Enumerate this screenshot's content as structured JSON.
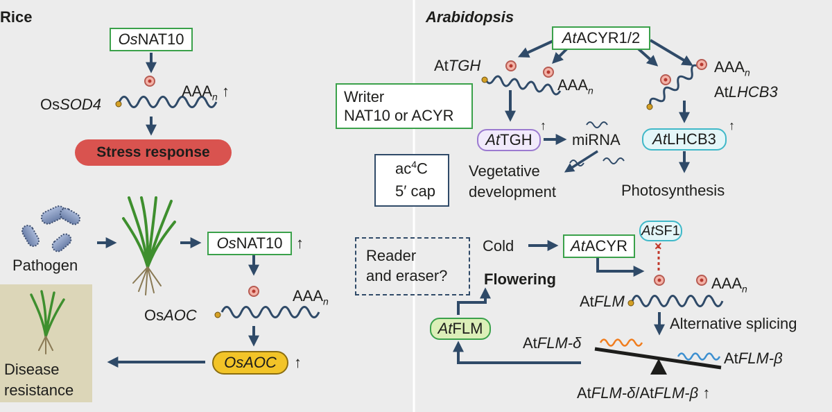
{
  "rice": {
    "title": "Rice",
    "top": {
      "enzyme_prefix": "Os",
      "enzyme_name": "NAT10",
      "transcript_prefix": "Os",
      "transcript_gene": "SOD4",
      "polya": "AAA",
      "polya_sub": "n",
      "up_arrow": "↑",
      "outcome": "Stress response"
    },
    "bottom": {
      "pathogen_label": "Pathogen",
      "enzyme_prefix": "Os",
      "enzyme_name": "NAT10",
      "enzyme_up": "↑",
      "transcript_prefix": "Os",
      "transcript_gene": "AOC",
      "polya": "AAA",
      "polya_sub": "n",
      "protein_label": "OsAOC",
      "protein_up": "↑",
      "outcome_line1": "Disease",
      "outcome_line2": "resistance"
    }
  },
  "arabidopsis": {
    "title": "Arabidopsis",
    "enzyme_prefix": "At",
    "enzyme_name": "ACYR1/2",
    "tgh_prefix": "At",
    "tgh_gene": "TGH",
    "tgh_polya": "AAA",
    "tgh_polya_sub": "n",
    "tgh_protein_prefix": "At",
    "tgh_protein_name": "TGH",
    "tgh_up": "↑",
    "mirna": "miRNA",
    "veg_line1": "Vegetative",
    "veg_line2": "development",
    "lhcb_polya": "AAA",
    "lhcb_polya_sub": "n",
    "lhcb_prefix": "At",
    "lhcb_gene": "LHCB3",
    "lhcb_protein_prefix": "At",
    "lhcb_protein_name": "LHCB3",
    "lhcb_up": "↑",
    "photosynthesis": "Photosynthesis",
    "writer_line1": "Writer",
    "writer_line2": "NAT10 or ACYR",
    "legend": {
      "ac4c_base": "ac",
      "ac4c_sup": "4",
      "ac4c_end": "C",
      "cap": "5′ cap"
    },
    "reader_line1": "Reader",
    "reader_line2": "and eraser?",
    "cold": "Cold",
    "acyr_prefix": "At",
    "acyr_name": "ACYR",
    "sf1_prefix": "At",
    "sf1_name": "SF1",
    "block_mark": "×",
    "flowering": "Flowering",
    "flm_prefix": "At",
    "flm_gene": "FLM",
    "flm_polya": "AAA",
    "flm_polya_sub": "n",
    "alt_splicing": "Alternative splicing",
    "flm_protein_prefix": "At",
    "flm_protein_name": "FLM",
    "delta_prefix": "At",
    "delta_gene": "FLM-δ",
    "beta_prefix": "At",
    "beta_gene": "FLM-β",
    "ratio_a_prefix": "At",
    "ratio_a": "FLM-δ",
    "ratio_slash": "/",
    "ratio_b_prefix": "At",
    "ratio_b": "FLM-β",
    "ratio_up": "↑"
  },
  "colors": {
    "arrow": "#2f4a68",
    "green_box": "#3aa14a",
    "stress_fill": "#d9534f",
    "aoc_fill": "#f2c428",
    "tgh_border": "#9b7ad0",
    "lhcb_border": "#3fb8c8",
    "flm_fill": "#dcefb8",
    "delta_wave": "#f07d1e",
    "beta_wave": "#3c8fd0"
  }
}
